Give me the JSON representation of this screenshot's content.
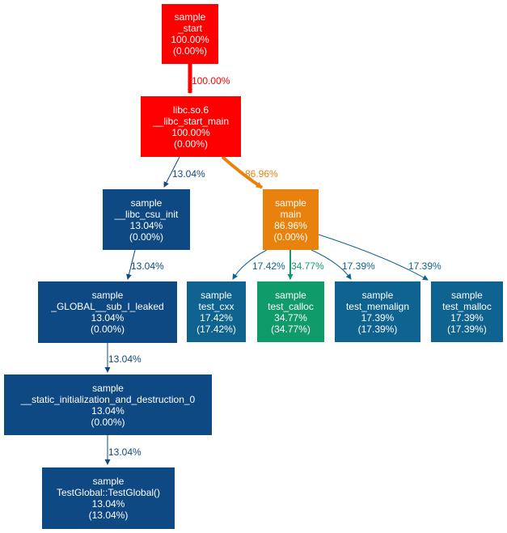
{
  "colors": {
    "hot": "#ff0000",
    "warm": "#e8820c",
    "calloc": "#109b6b",
    "dark_blue": "#0f4983",
    "mid_blue": "#0f6390"
  },
  "nodes": {
    "start": {
      "module": "sample",
      "symbol": "_start",
      "total": "100.00%",
      "self": "(0.00%)"
    },
    "libc_start_main": {
      "module": "libc.so.6",
      "symbol": "__libc_start_main",
      "total": "100.00%",
      "self": "(0.00%)"
    },
    "libc_csu_init": {
      "module": "sample",
      "symbol": "__libc_csu_init",
      "total": "13.04%",
      "self": "(0.00%)"
    },
    "main": {
      "module": "sample",
      "symbol": "main",
      "total": "86.96%",
      "self": "(0.00%)"
    },
    "global_sub_leaked": {
      "module": "sample",
      "symbol": "_GLOBAL__sub_I_leaked",
      "total": "13.04%",
      "self": "(0.00%)"
    },
    "static_init": {
      "module": "sample",
      "symbol": "__static_initialization_and_destruction_0",
      "total": "13.04%",
      "self": "(0.00%)"
    },
    "testglobal": {
      "module": "sample",
      "symbol": "TestGlobal::TestGlobal()",
      "total": "13.04%",
      "self": "(13.04%)"
    },
    "test_cxx": {
      "module": "sample",
      "symbol": "test_cxx",
      "total": "17.42%",
      "self": "(17.42%)"
    },
    "test_calloc": {
      "module": "sample",
      "symbol": "test_calloc",
      "total": "34.77%",
      "self": "(34.77%)"
    },
    "test_memalign": {
      "module": "sample",
      "symbol": "test_memalign",
      "total": "17.39%",
      "self": "(17.39%)"
    },
    "test_malloc": {
      "module": "sample",
      "symbol": "test_malloc",
      "total": "17.39%",
      "self": "(17.39%)"
    }
  },
  "edges": {
    "start_to_libc": "100.00%",
    "libc_to_csu": "13.04%",
    "libc_to_main": "86.96%",
    "csu_to_global": "13.04%",
    "global_to_static": "13.04%",
    "static_to_testglobal": "13.04%",
    "main_to_cxx": "17.42%",
    "main_to_calloc": "34.77%",
    "main_to_memalign": "17.39%",
    "main_to_malloc": "17.39%"
  }
}
